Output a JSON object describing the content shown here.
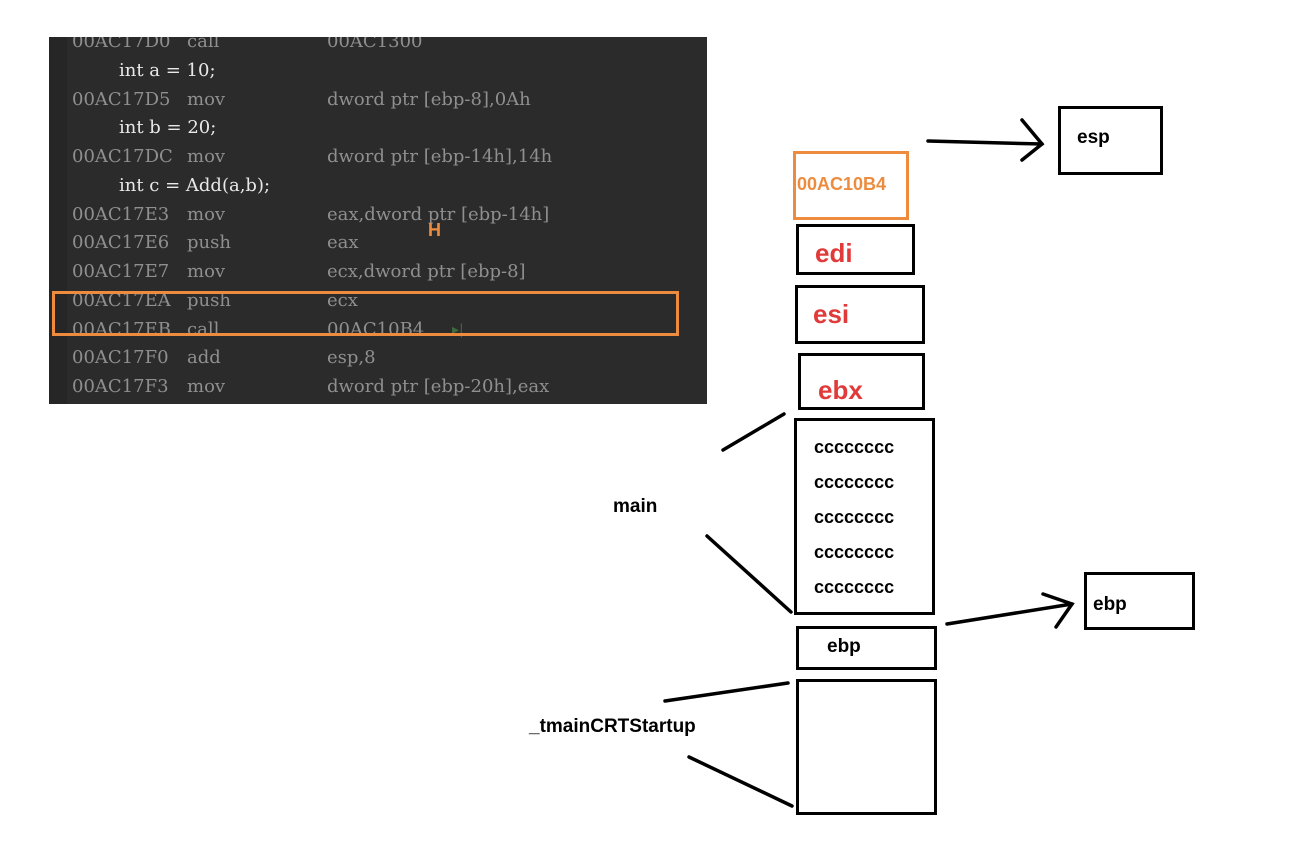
{
  "code": {
    "lines": [
      {
        "type": "asm",
        "addr": "00AC17D0",
        "mnemonic": "call",
        "operand": "00AC1300"
      },
      {
        "type": "src",
        "text": "int a = 10;"
      },
      {
        "type": "asm",
        "addr": "00AC17D5",
        "mnemonic": "mov",
        "operand": "dword ptr [ebp-8],0Ah"
      },
      {
        "type": "src",
        "text": "int b = 20;"
      },
      {
        "type": "asm",
        "addr": "00AC17DC",
        "mnemonic": "mov",
        "operand": "dword ptr [ebp-14h],14h"
      },
      {
        "type": "src",
        "text": "int c = Add(a,b);"
      },
      {
        "type": "asm",
        "addr": "00AC17E3",
        "mnemonic": "mov",
        "operand": "eax,dword ptr [ebp-14h]"
      },
      {
        "type": "asm",
        "addr": "00AC17E6",
        "mnemonic": "push",
        "operand": "eax"
      },
      {
        "type": "asm",
        "addr": "00AC17E7",
        "mnemonic": "mov",
        "operand": "ecx,dword ptr [ebp-8]"
      },
      {
        "type": "asm",
        "addr": "00AC17EA",
        "mnemonic": "push",
        "operand": "ecx"
      },
      {
        "type": "asm",
        "addr": "00AC17EB",
        "mnemonic": "call",
        "operand": "00AC10B4",
        "current": true
      },
      {
        "type": "asm",
        "addr": "00AC17F0",
        "mnemonic": "add",
        "operand": "esp,8"
      },
      {
        "type": "asm",
        "addr": "00AC17F3",
        "mnemonic": "mov",
        "operand": "dword ptr [ebp-20h],eax"
      }
    ],
    "current_arrow": "▸|",
    "h_marker": "H"
  },
  "stack": {
    "return_addr": "00AC10B4",
    "registers": [
      "edi",
      "esi",
      "ebx"
    ],
    "fill_values": [
      "cccccccc",
      "cccccccc",
      "cccccccc",
      "cccccccc",
      "cccccccc"
    ],
    "saved_ebp": "ebp",
    "esp_label": "esp",
    "ebp_label": "ebp",
    "frame_main": "main",
    "frame_caller": "_tmainCRTStartup"
  },
  "colors": {
    "accent_orange": "#ed8c3e",
    "register_red": "#e03a3a",
    "code_bg": "#2b2b2b"
  }
}
